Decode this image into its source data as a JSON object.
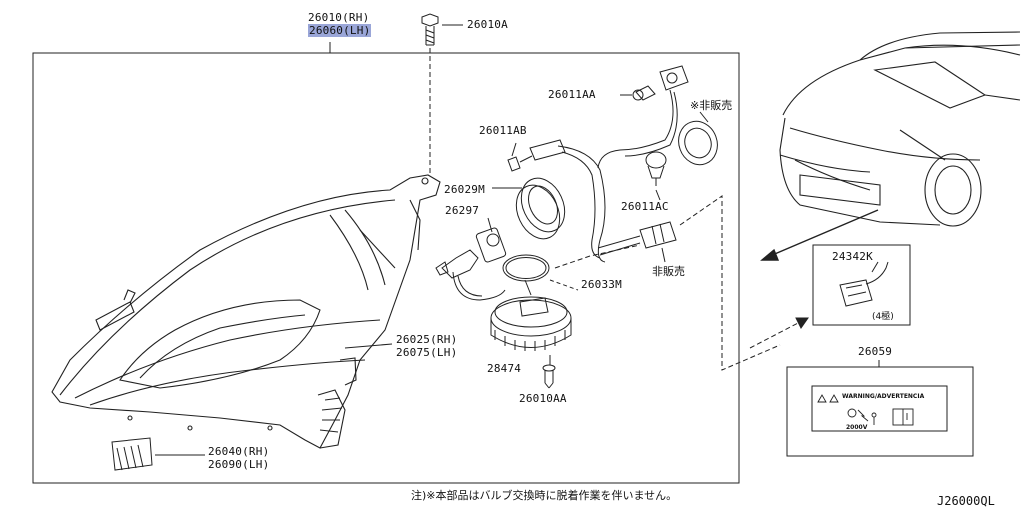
{
  "callouts": {
    "p26010_rh": "26010(RH)",
    "p26060_lh": "26060(LH)",
    "p26010a": "26010A",
    "p26011aa": "26011AA",
    "p26011ab": "26011AB",
    "p26029m": "26029M",
    "p26297": "26297",
    "p26011ac": "26011AC",
    "p26033m": "26033M",
    "p26025_rh": "26025(RH)",
    "p26075_lh": "26075(LH)",
    "p28474": "28474",
    "p26010aa": "26010AA",
    "p26040_rh": "26040(RH)",
    "p26090_lh": "26090(LH)",
    "p24342k": "24342K",
    "pins_4": "(4極)",
    "p26059": "26059"
  },
  "notes": {
    "not_sold_1": "※非販売",
    "not_sold_2": "非販売",
    "footnote": "注)※本部品はバルブ交換時に脱着作業を伴いません。"
  },
  "label_plate": {
    "title": "WARNING/ADVERTENCIA",
    "voltage": "2000V"
  },
  "diagram_code": "J26000QL",
  "colors": {
    "highlight": "#9aa6d8",
    "line": "#222222"
  }
}
